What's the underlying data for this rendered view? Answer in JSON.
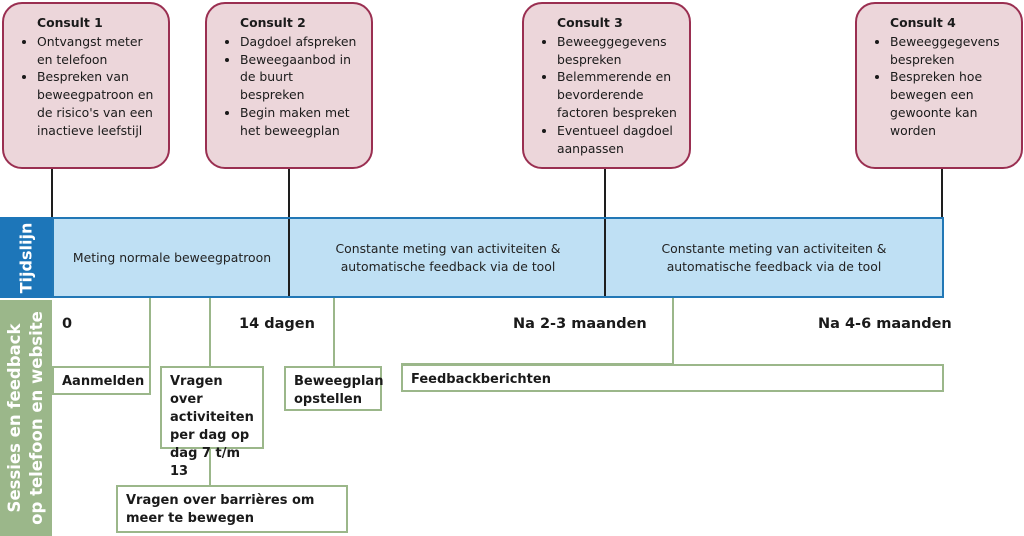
{
  "consults": [
    {
      "title": "Consult 1",
      "items": [
        "Ontvangst meter en telefoon",
        "Bespreken van beweegpatroon en de risico's van een inactieve leefstijl"
      ]
    },
    {
      "title": "Consult 2",
      "items": [
        "Dagdoel afspreken",
        "Beweegaanbod in de buurt bespreken",
        "Begin maken met het beweegplan"
      ]
    },
    {
      "title": "Consult 3",
      "items": [
        "Beweeggegevens bespreken",
        "Belemmerende en bevorderende factoren bespreken",
        "Eventueel dagdoel aanpassen"
      ]
    },
    {
      "title": "Consult 4",
      "items": [
        "Beweeggegevens bespreken",
        "Bespreken hoe bewegen een gewoonte kan worden"
      ]
    }
  ],
  "timeline": {
    "label": "Tijdslijn",
    "segments": [
      {
        "text": "Meting normale beweegpatroon"
      },
      {
        "text": "Constante meting van activiteiten & automatische feedback via de tool"
      },
      {
        "text": "Constante meting van activiteiten & automatische feedback via de tool"
      }
    ]
  },
  "ticks": [
    "0",
    "14 dagen",
    "Na 2-3 maanden",
    "Na 4-6 maanden"
  ],
  "sessions": {
    "label_line1": "Sessies en feedback",
    "label_line2": "op telefoon en website",
    "boxes": [
      "Aanmelden",
      "Vragen over activiteiten per dag op dag 7 t/m 13",
      "Beweegplan opstellen",
      "Feedbackberichten",
      "Vragen over barrières om meer te bewegen"
    ]
  },
  "colors": {
    "consult_fill": "#ecd6da",
    "consult_border": "#9a2f51",
    "timeline_fill": "#bfe0f4",
    "timeline_border": "#2278b6",
    "timeline_label_bg": "#1d76b9",
    "sessions_label_bg": "#9bb78a",
    "session_border": "#9bb78a"
  }
}
